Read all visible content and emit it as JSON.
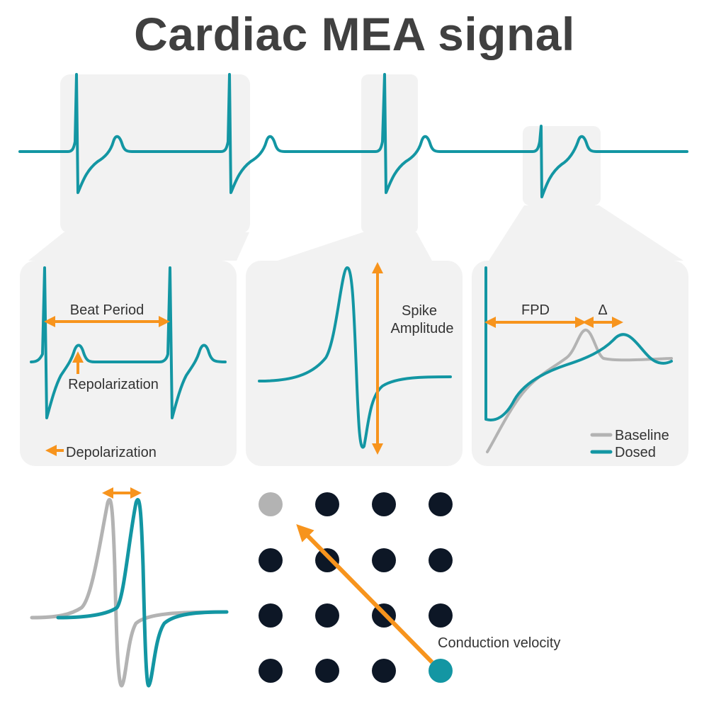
{
  "title": "Cardiac MEA signal",
  "labels": {
    "beat_period": "Beat Period",
    "repolarization": "Repolarization",
    "depolarization": "Depolarization",
    "spike_amplitude_line1": "Spike",
    "spike_amplitude_line2": "Amplitude",
    "fpd": "FPD",
    "delta": "Δ",
    "legend_baseline": "Baseline",
    "legend_dosed": "Dosed",
    "conduction_velocity": "Conduction velocity"
  },
  "colors": {
    "signal": "#1396a3",
    "baseline": "#b3b3b3",
    "annotation": "#f7941d",
    "panel": "#f2f2f2",
    "electrode": "#0d1726",
    "title": "#404040"
  },
  "electrode_grid": {
    "rows": 4,
    "cols": 4,
    "highlight_gray": [
      0,
      0
    ],
    "highlight_teal": [
      3,
      3
    ]
  }
}
